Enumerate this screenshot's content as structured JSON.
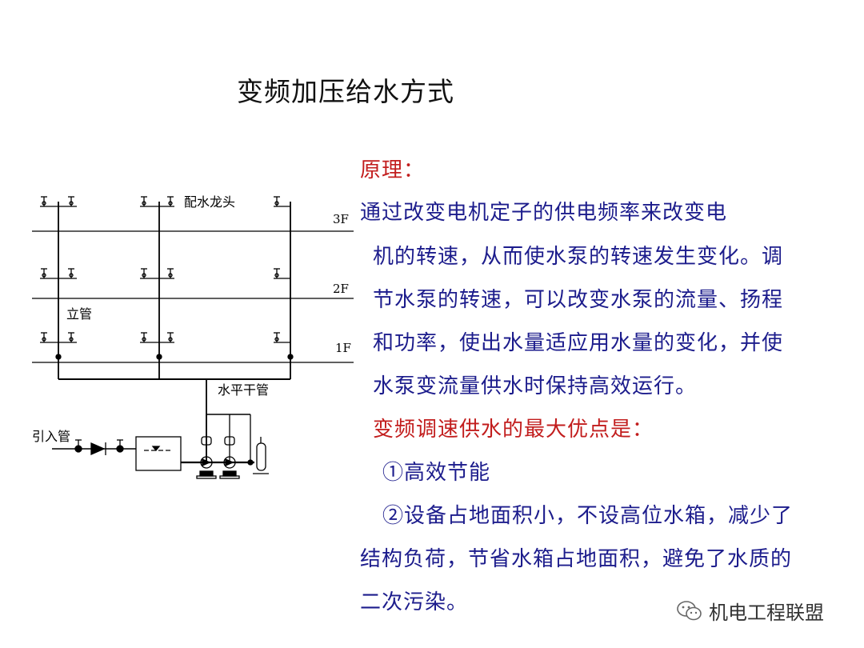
{
  "title": "变频加压给水方式",
  "diagram": {
    "labels": {
      "faucet": "配水龙头",
      "riser": "立管",
      "horizontal_main": "水平干管",
      "inlet": "引入管",
      "floor3": "3F",
      "floor2": "2F",
      "floor1": "1F"
    }
  },
  "text": {
    "principle_heading": "原理：",
    "principle_lines": [
      "通过改变电机定子的供电频率来改变电",
      "机的转速，从而使水泵的转速发生变化。调",
      "节水泵的转速，可以改变水泵的流量、扬程",
      "和功率，使出水量适应用水量的变化，并使",
      "水泵变流量供水时保持高效运行。"
    ],
    "advantage_heading": "变频调速供水的最大优点是：",
    "advantage1": "①高效节能",
    "advantage2_lines": [
      "②设备占地面积小，不设高位水箱，减少了",
      "结构负荷，节省水箱占地面积，避免了水质的",
      "二次污染。"
    ]
  },
  "watermark": {
    "text": "机电工程联盟",
    "icon": "wechat-icon"
  },
  "colors": {
    "blue": "#1c1c8c",
    "red": "#c21d1d",
    "line": "#000000"
  }
}
